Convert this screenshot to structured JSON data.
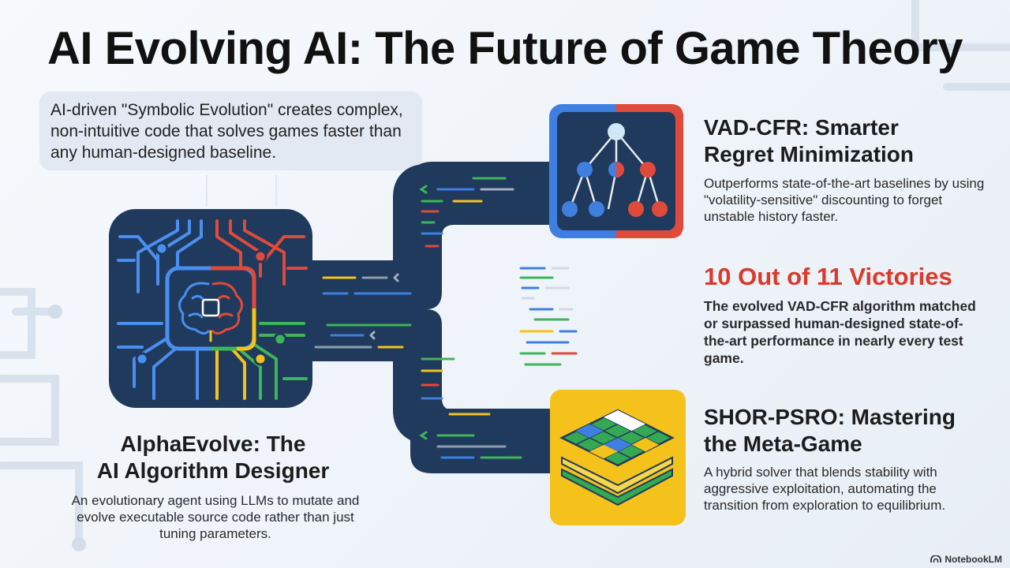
{
  "title": "AI Evolving AI: The Future of Game Theory",
  "intro": "AI-driven \"Symbolic Evolution\" creates complex, non-intuitive code that solves games faster than any human-designed baseline.",
  "left": {
    "heading_line1": "AlphaEvolve: The",
    "heading_line2": "AI Algorithm Designer",
    "body": "An evolutionary agent using LLMs to mutate and evolve executable source code rather than just tuning parameters."
  },
  "vad": {
    "heading_line1": "VAD-CFR: Smarter",
    "heading_line2": "Regret Minimization",
    "body": "Outperforms state-of-the-art baselines by using \"volatility-sensitive\" discounting to forget unstable history faster."
  },
  "victories": {
    "heading": "10 Out of 11 Victories",
    "body": "The evolved VAD-CFR algorithm matched or surpassed human-designed state-of-the-art performance in nearly every test game."
  },
  "shor": {
    "heading_line1": "SHOR-PSRO: Mastering",
    "heading_line2": "the Meta-Game",
    "body": "A hybrid solver that blends stability with aggressive exploitation, automating the transition from exploration to equilibrium."
  },
  "footer": {
    "brand": "NotebookLM"
  },
  "icons": {
    "chip": "brain-chip-icon",
    "tree": "game-tree-icon",
    "layers": "meta-game-layers-icon"
  },
  "colors": {
    "navy": "#1f3a5c",
    "blue": "#3f7fe0",
    "red": "#e04a3a",
    "yellow": "#f5c21b",
    "green": "#35a853",
    "accent_red_text": "#d93a2b"
  }
}
